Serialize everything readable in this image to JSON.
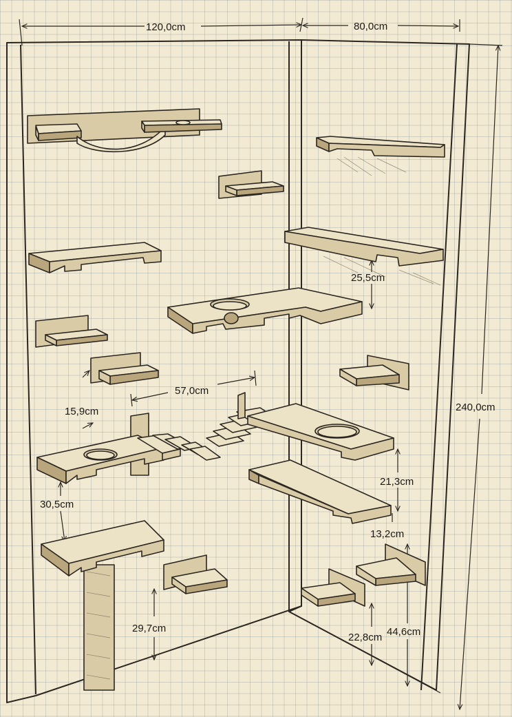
{
  "title": "",
  "dimensions": {
    "width_left": "120,0cm",
    "width_right": "80,0cm",
    "height_total": "240,0cm",
    "d_25_5": "25,5cm",
    "d_57_0": "57,0cm",
    "d_15_9": "15,9cm",
    "d_21_3": "21,3cm",
    "d_30_5": "30,5cm",
    "d_13_2": "13,2cm",
    "d_29_7": "29,7cm",
    "d_22_8": "22,8cm",
    "d_44_6": "44,6cm"
  },
  "colors": {
    "paper": "#f2ead2",
    "grid": "#788c96",
    "ink": "#2b2620",
    "wood_top": "#ece2c6",
    "wood_side": "#d9cba6"
  }
}
